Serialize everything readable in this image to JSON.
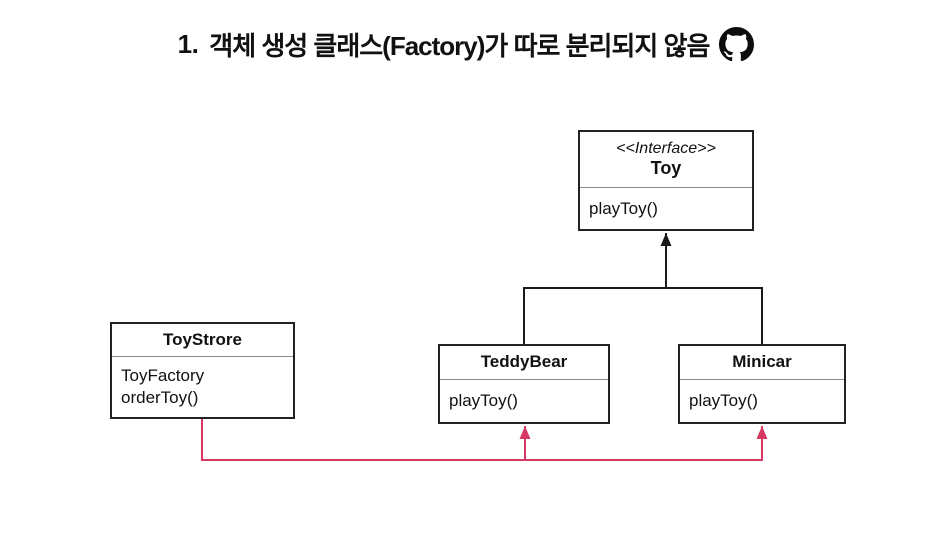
{
  "header": {
    "number": "1.",
    "title": "객체 생성 클래스(Factory)가 따로 분리되지 않음",
    "icon": "github-icon"
  },
  "diagram": {
    "classes": {
      "toy": {
        "stereotype": "<<Interface>>",
        "name": "Toy",
        "members": [
          "playToy()"
        ]
      },
      "teddybear": {
        "name": "TeddyBear",
        "members": [
          "playToy()"
        ]
      },
      "minicar": {
        "name": "Minicar",
        "members": [
          "playToy()"
        ]
      },
      "toystrore": {
        "name": "ToyStrore",
        "members": [
          "ToyFactory",
          "orderToy()"
        ]
      }
    },
    "relations": [
      {
        "from": "TeddyBear",
        "to": "Toy",
        "type": "realization",
        "color": "#1a1a1a"
      },
      {
        "from": "Minicar",
        "to": "Toy",
        "type": "realization",
        "color": "#1a1a1a"
      },
      {
        "from": "ToyStrore",
        "to": "TeddyBear",
        "type": "dependency",
        "color": "#d63864"
      },
      {
        "from": "ToyStrore",
        "to": "Minicar",
        "type": "dependency",
        "color": "#d63864"
      }
    ],
    "colors": {
      "line": "#1a1a1a",
      "relation_accent": "#d63864",
      "box_border": "#222222",
      "divider": "#8c8c8c",
      "background": "#ffffff"
    }
  }
}
